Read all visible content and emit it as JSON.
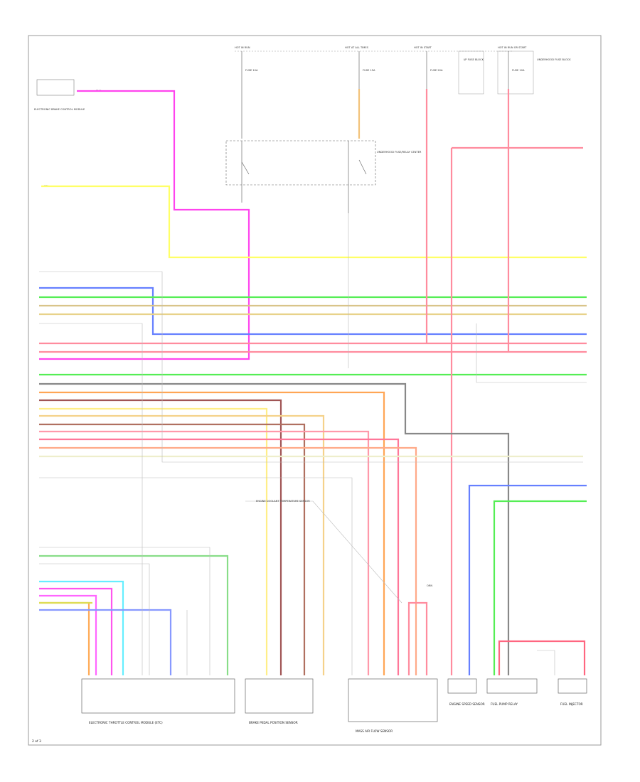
{
  "diagram": {
    "page_ref": "2 of 3",
    "labels": {
      "c1": "HOT IN RUN",
      "c2": "HOT AT ALL TIMES",
      "c3": "HOT IN START",
      "c4": "HOT IN RUN OR START",
      "fuse1": "FUSE 10A",
      "fuse2": "FUSE 15A",
      "fuse3": "FUSE 20A",
      "fuse4": "FUSE 10A",
      "left_module": "ELECTRONIC BRAKE CONTROL MODULE",
      "relay_box": "UNDERHOOD FUSE/RELAY CENTER",
      "c3_note": "I/P FUSE BLOCK",
      "c4_note": "UNDERHOOD FUSE BLOCK",
      "sensor_note": "ENGINE COOLANT TEMPERATURE SENSOR",
      "b1": "ELECTRONIC THROTTLE CONTROL MODULE (ETC)",
      "b2": "BRAKE PEDAL POSITION SENSOR",
      "b3": "MASS AIR FLOW SENSOR",
      "b4": "ENGINE SPEED SENSOR",
      "b5": "FUEL PUMP RELAY",
      "b6": "FUEL INJECTOR",
      "w1": "PNK",
      "w2": "YEL",
      "w3": "ORN"
    }
  }
}
